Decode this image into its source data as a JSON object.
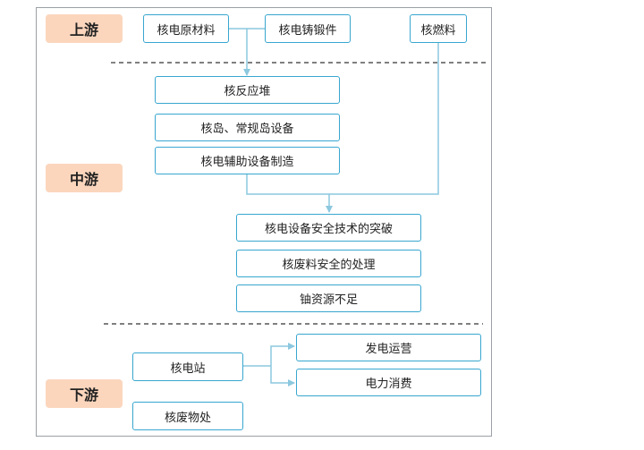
{
  "colors": {
    "stage_bg": "#fbd6bd",
    "box_border": "#38a6cf",
    "connector": "#8cc8df",
    "divider": "#333333"
  },
  "stages": {
    "upstream": "上游",
    "midstream": "中游",
    "downstream": "下游"
  },
  "upstream": {
    "materials": "核电原材料",
    "forgings": "核电铸锻件",
    "fuel": "核燃料"
  },
  "midstream": {
    "reactor": "核反应堆",
    "island_equipment": "核岛、常规岛设备",
    "auxiliary_equipment": "核电辅助设备制造",
    "safety_breakthrough": "核电设备安全技术的突破",
    "waste_safety": "核废料安全的处理",
    "uranium_shortage": "铀资源不足"
  },
  "downstream": {
    "plant": "核电站",
    "waste": "核废物处",
    "generation": "发电运营",
    "consumption": "电力消费"
  }
}
